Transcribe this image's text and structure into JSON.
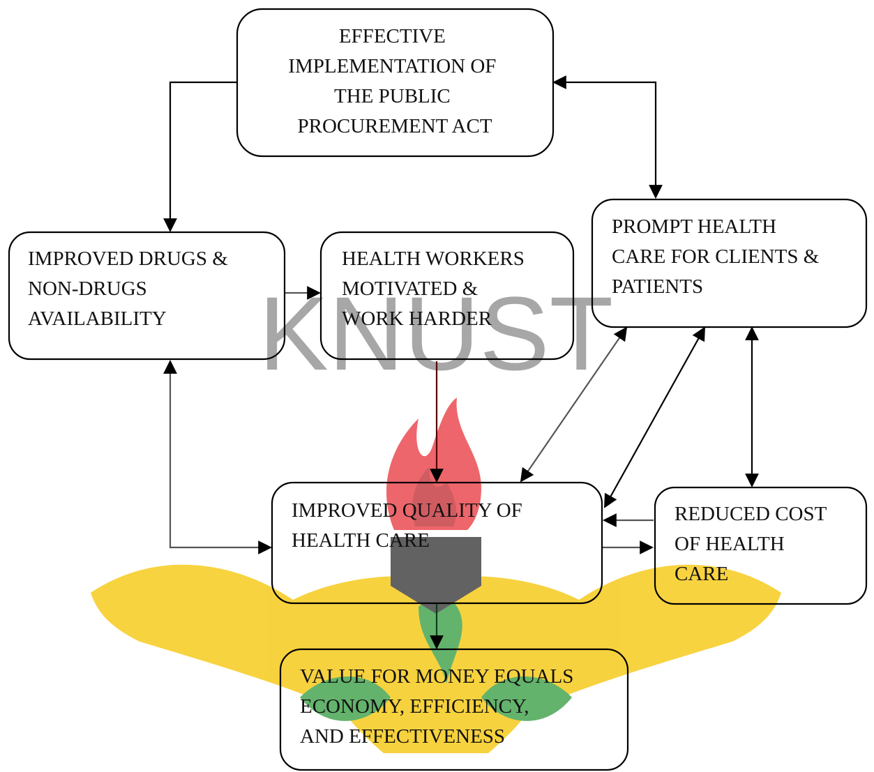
{
  "watermark": {
    "text": "KNUST",
    "crest_colors": {
      "flame_red": "#e8333a",
      "flame_dark": "#c0262d",
      "shield_dark": "#2e2e2e",
      "wing_yellow": "#f5c400",
      "leaf_green": "#2f9a3b"
    }
  },
  "nodes": {
    "ppa": {
      "lines": [
        "EFFECTIVE",
        "IMPLEMENTATION OF",
        "THE PUBLIC",
        "PROCUREMENT ACT"
      ]
    },
    "drugs": {
      "lines": [
        "IMPROVED DRUGS &",
        "NON-DRUGS",
        "AVAILABILITY"
      ]
    },
    "workers": {
      "lines": [
        "HEALTH WORKERS",
        "MOTIVATED &",
        "WORK HARDER"
      ]
    },
    "prompt": {
      "lines": [
        "PROMPT HEALTH",
        "CARE FOR CLIENTS &",
        "PATIENTS"
      ]
    },
    "quality": {
      "lines": [
        "IMPROVED QUALITY OF",
        "HEALTH CARE"
      ]
    },
    "cost": {
      "lines": [
        "REDUCED COST",
        "OF HEALTH",
        "CARE"
      ]
    },
    "vfm": {
      "lines": [
        "VALUE FOR MONEY EQUALS",
        "ECONOMY, EFFICIENCY,",
        "AND EFFECTIVENESS"
      ]
    }
  },
  "colors": {
    "box_border": "#000000",
    "arrow": "#000000",
    "arrow_dark_red": "#5a0000",
    "arrow_dark_green": "#0f3d1a"
  }
}
